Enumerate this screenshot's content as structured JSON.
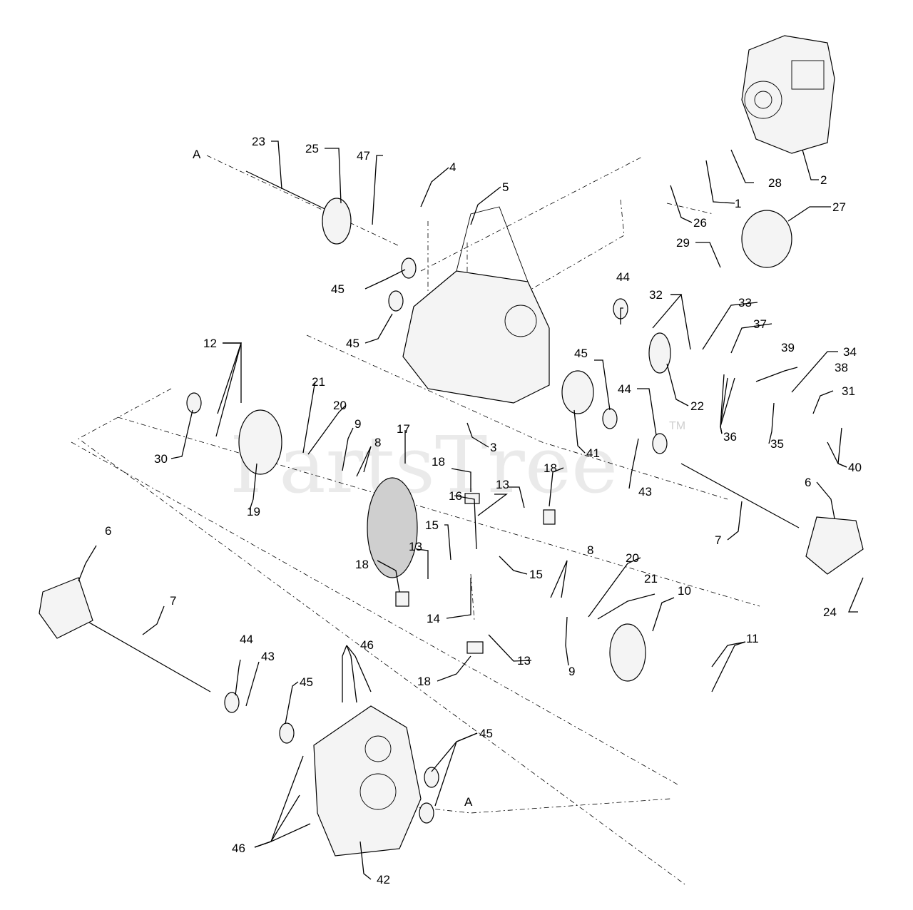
{
  "watermark": {
    "text": "PartsTree",
    "trademark": "TM"
  },
  "section_marker": "A",
  "callouts": [
    {
      "id": "c1",
      "text": "1"
    },
    {
      "id": "c2",
      "text": "2"
    },
    {
      "id": "c3",
      "text": "3"
    },
    {
      "id": "c4",
      "text": "4"
    },
    {
      "id": "c5",
      "text": "5"
    },
    {
      "id": "c6a",
      "text": "6"
    },
    {
      "id": "c6b",
      "text": "6"
    },
    {
      "id": "c7a",
      "text": "7"
    },
    {
      "id": "c7b",
      "text": "7"
    },
    {
      "id": "c8a",
      "text": "8"
    },
    {
      "id": "c8b",
      "text": "8"
    },
    {
      "id": "c9a",
      "text": "9"
    },
    {
      "id": "c9b",
      "text": "9"
    },
    {
      "id": "c10",
      "text": "10"
    },
    {
      "id": "c11",
      "text": "11"
    },
    {
      "id": "c12",
      "text": "12"
    },
    {
      "id": "c13a",
      "text": "13"
    },
    {
      "id": "c13b",
      "text": "13"
    },
    {
      "id": "c13c",
      "text": "13"
    },
    {
      "id": "c14",
      "text": "14"
    },
    {
      "id": "c15a",
      "text": "15"
    },
    {
      "id": "c15b",
      "text": "15"
    },
    {
      "id": "c16",
      "text": "16"
    },
    {
      "id": "c17",
      "text": "17"
    },
    {
      "id": "c18a",
      "text": "18"
    },
    {
      "id": "c18b",
      "text": "18"
    },
    {
      "id": "c18c",
      "text": "18"
    },
    {
      "id": "c18d",
      "text": "18"
    },
    {
      "id": "c19",
      "text": "19"
    },
    {
      "id": "c20a",
      "text": "20"
    },
    {
      "id": "c20b",
      "text": "20"
    },
    {
      "id": "c21a",
      "text": "21"
    },
    {
      "id": "c21b",
      "text": "21"
    },
    {
      "id": "c22",
      "text": "22"
    },
    {
      "id": "c23",
      "text": "23"
    },
    {
      "id": "c24",
      "text": "24"
    },
    {
      "id": "c25",
      "text": "25"
    },
    {
      "id": "c26",
      "text": "26"
    },
    {
      "id": "c27",
      "text": "27"
    },
    {
      "id": "c28",
      "text": "28"
    },
    {
      "id": "c29",
      "text": "29"
    },
    {
      "id": "c30",
      "text": "30"
    },
    {
      "id": "c31",
      "text": "31"
    },
    {
      "id": "c32",
      "text": "32"
    },
    {
      "id": "c33",
      "text": "33"
    },
    {
      "id": "c34",
      "text": "34"
    },
    {
      "id": "c35",
      "text": "35"
    },
    {
      "id": "c36",
      "text": "36"
    },
    {
      "id": "c37",
      "text": "37"
    },
    {
      "id": "c38",
      "text": "38"
    },
    {
      "id": "c39",
      "text": "39"
    },
    {
      "id": "c40",
      "text": "40"
    },
    {
      "id": "c41",
      "text": "41"
    },
    {
      "id": "c42",
      "text": "42"
    },
    {
      "id": "c43a",
      "text": "43"
    },
    {
      "id": "c43b",
      "text": "43"
    },
    {
      "id": "c44a",
      "text": "44"
    },
    {
      "id": "c44b",
      "text": "44"
    },
    {
      "id": "c44c",
      "text": "44"
    },
    {
      "id": "c45a",
      "text": "45"
    },
    {
      "id": "c45b",
      "text": "45"
    },
    {
      "id": "c45c",
      "text": "45"
    },
    {
      "id": "c45d",
      "text": "45"
    },
    {
      "id": "c45e",
      "text": "45"
    },
    {
      "id": "c46a",
      "text": "46"
    },
    {
      "id": "c46b",
      "text": "46"
    },
    {
      "id": "c47",
      "text": "47"
    }
  ]
}
